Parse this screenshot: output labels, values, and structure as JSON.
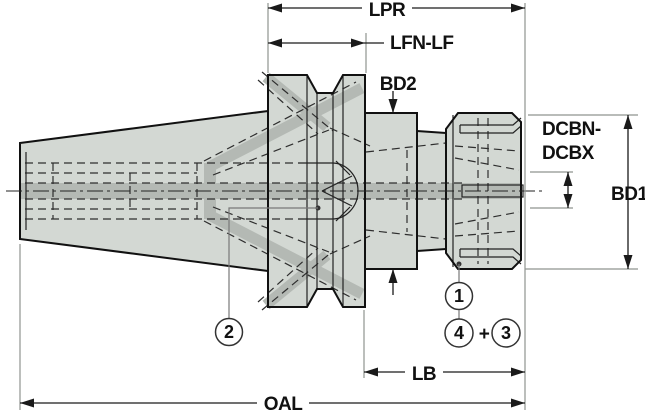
{
  "drawing": {
    "description": "Collet chuck tool holder technical side-view drawing with dimension callouts",
    "dimensions": {
      "lpr": "LPR",
      "lfn_lf": "LFN-LF",
      "bd2": "BD2",
      "dcbn_dcbx_line1": "DCBN-",
      "dcbn_dcbx_line2": "DCBX",
      "bd1": "BD1",
      "lb": "LB",
      "oal": "OAL"
    },
    "callouts": {
      "c1": "1",
      "c2": "2",
      "c3": "3",
      "c4": "4",
      "plus": "+"
    },
    "colors": {
      "background": "#ffffff",
      "body": "#d3d8d3",
      "coolant_channel": "#b4b9b4",
      "outline": "#111111",
      "dimension_line": "#1a1a1a",
      "extension_line": "#8f948f"
    }
  }
}
